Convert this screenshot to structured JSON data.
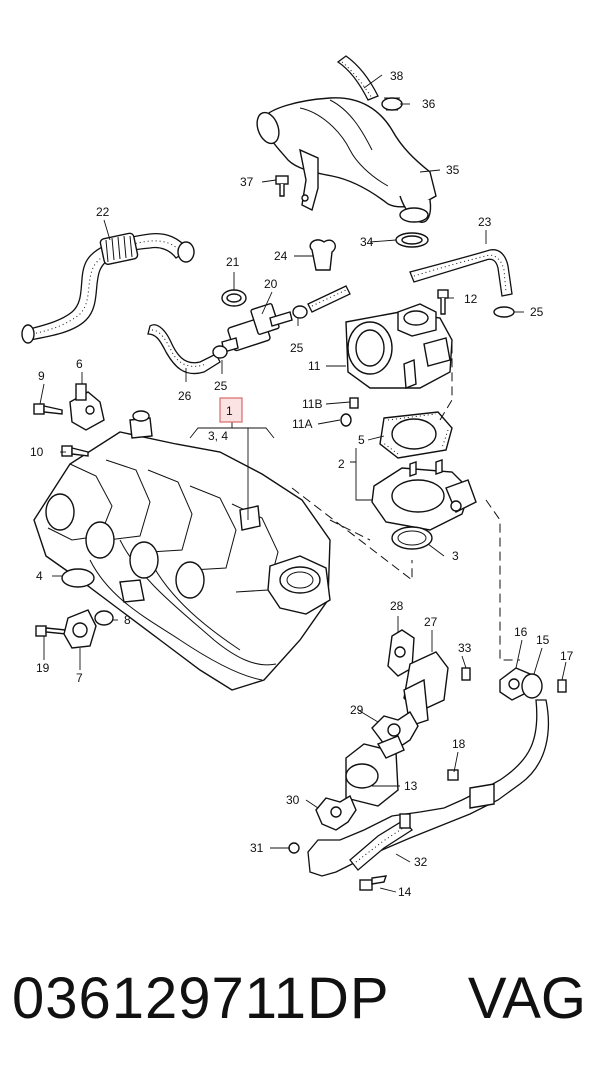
{
  "diagram": {
    "callouts": [
      {
        "id": "c38",
        "text": "38"
      },
      {
        "id": "c36",
        "text": "36"
      },
      {
        "id": "c35",
        "text": "35"
      },
      {
        "id": "c37",
        "text": "37"
      },
      {
        "id": "c22",
        "text": "22"
      },
      {
        "id": "c23",
        "text": "23"
      },
      {
        "id": "c21",
        "text": "21"
      },
      {
        "id": "c34",
        "text": "34"
      },
      {
        "id": "c24",
        "text": "24"
      },
      {
        "id": "c20",
        "text": "20"
      },
      {
        "id": "c12",
        "text": "12"
      },
      {
        "id": "c25a",
        "text": "25"
      },
      {
        "id": "c25b",
        "text": "25"
      },
      {
        "id": "c25c",
        "text": "25"
      },
      {
        "id": "c11",
        "text": "11"
      },
      {
        "id": "c26",
        "text": "26"
      },
      {
        "id": "c6",
        "text": "6"
      },
      {
        "id": "c9",
        "text": "9"
      },
      {
        "id": "c1",
        "text": "1"
      },
      {
        "id": "c34b",
        "text": "3,  4"
      },
      {
        "id": "c11B",
        "text": "11B"
      },
      {
        "id": "c11A",
        "text": "11A"
      },
      {
        "id": "c5",
        "text": "5"
      },
      {
        "id": "c10",
        "text": "10"
      },
      {
        "id": "c2",
        "text": "2"
      },
      {
        "id": "c3",
        "text": "3"
      },
      {
        "id": "c4",
        "text": "4"
      },
      {
        "id": "c8",
        "text": "8"
      },
      {
        "id": "c28",
        "text": "28"
      },
      {
        "id": "c27",
        "text": "27"
      },
      {
        "id": "c16",
        "text": "16"
      },
      {
        "id": "c15",
        "text": "15"
      },
      {
        "id": "c17",
        "text": "17"
      },
      {
        "id": "c33",
        "text": "33"
      },
      {
        "id": "c19",
        "text": "19"
      },
      {
        "id": "c7",
        "text": "7"
      },
      {
        "id": "c29",
        "text": "29"
      },
      {
        "id": "c18",
        "text": "18"
      },
      {
        "id": "c13",
        "text": "13"
      },
      {
        "id": "c30",
        "text": "30"
      },
      {
        "id": "c31",
        "text": "31"
      },
      {
        "id": "c32",
        "text": "32"
      },
      {
        "id": "c14",
        "text": "14"
      }
    ]
  },
  "footer": {
    "part_number": "036129711DP",
    "brand": "VAG"
  },
  "colors": {
    "highlight_fill": "#fbe3e3",
    "highlight_stroke": "#d86a6a",
    "line": "#111111"
  }
}
